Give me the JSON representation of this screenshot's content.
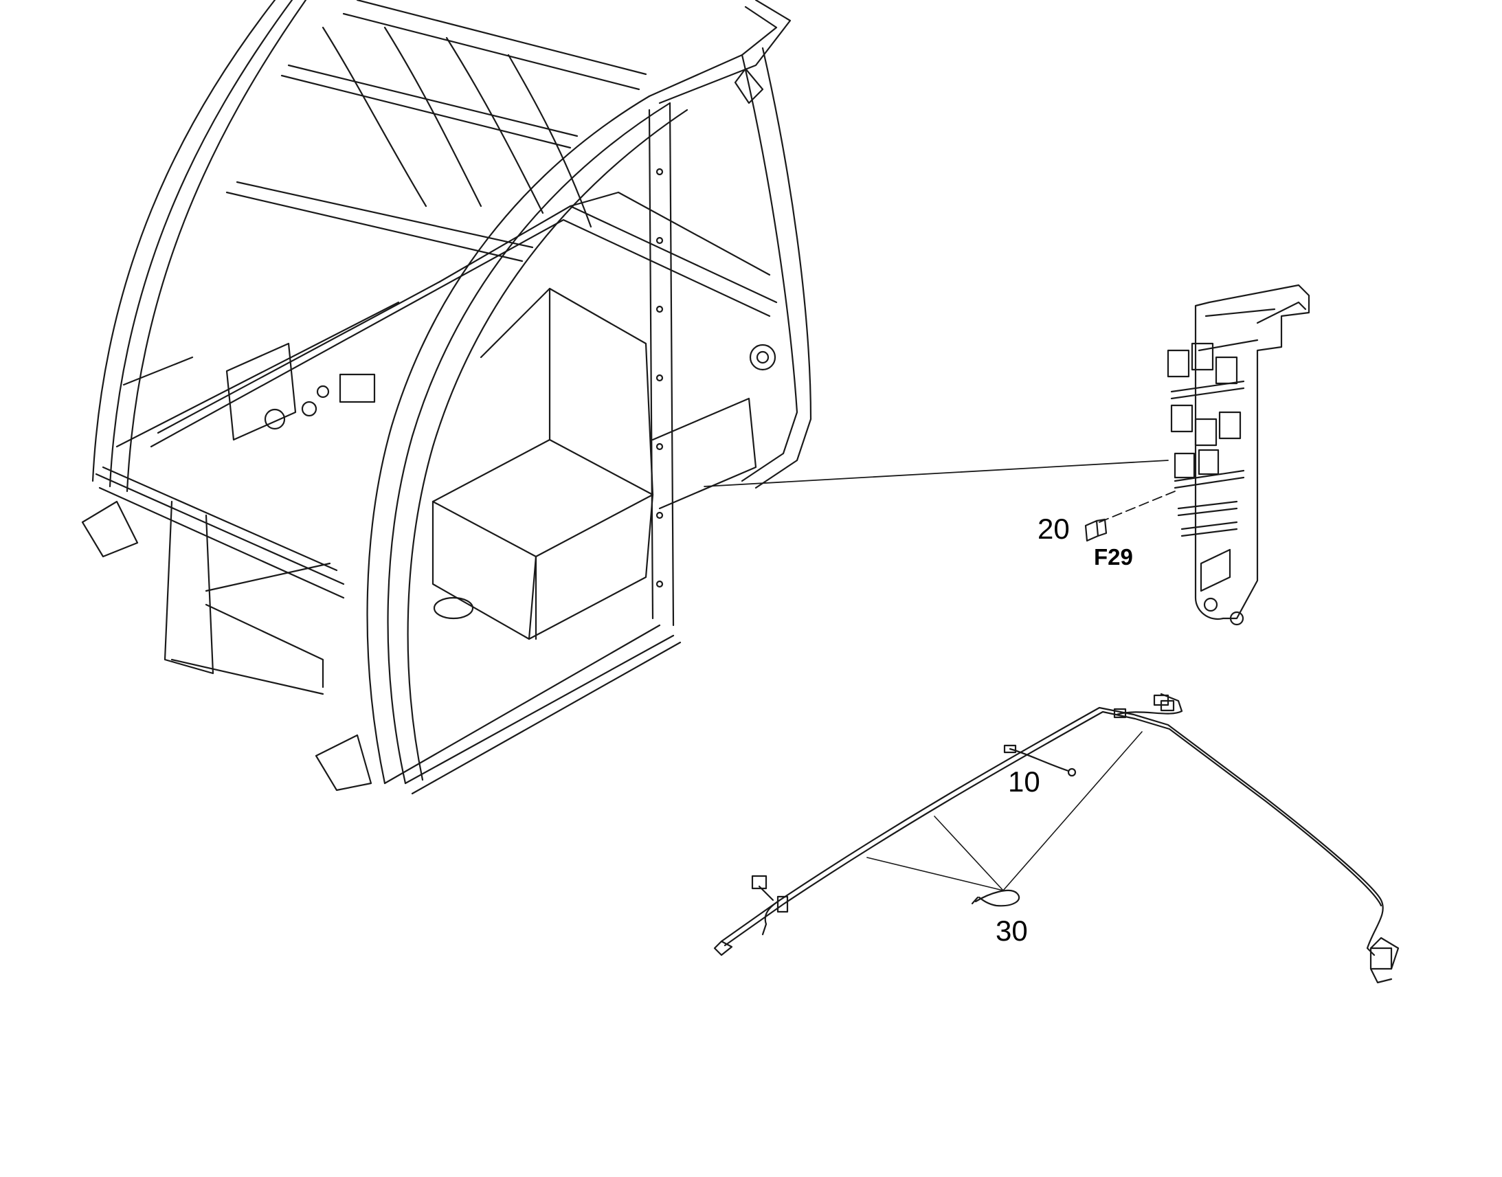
{
  "figure": {
    "callouts": [
      {
        "id": "10",
        "label": "10"
      },
      {
        "id": "20",
        "label": "20"
      },
      {
        "id": "30",
        "label": "30"
      }
    ],
    "fuse_label": "F29"
  },
  "colors": {
    "line": "#1a1a1a",
    "light_line": "#555555",
    "background": "#ffffff"
  }
}
